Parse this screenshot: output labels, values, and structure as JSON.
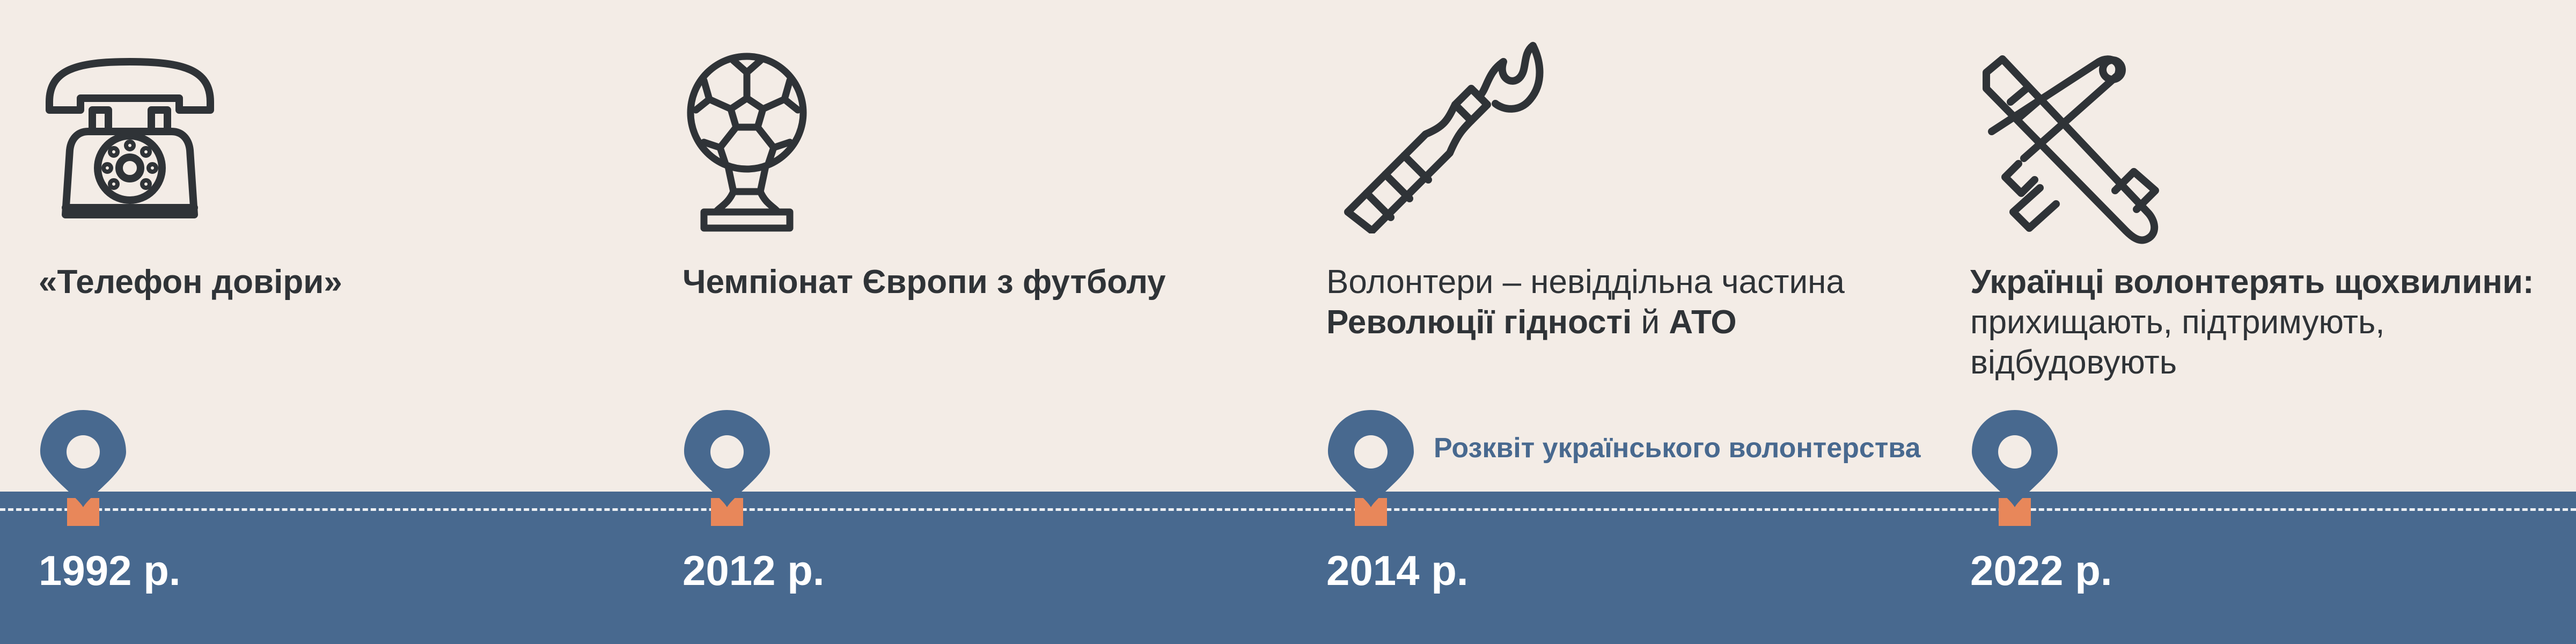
{
  "timeline": {
    "highlight_label": "Розквіт українського волонтерства",
    "events": [
      {
        "year": "1992 р.",
        "icon": "telephone-icon",
        "text_bold": "«Телефон довіри»"
      },
      {
        "year": "2012 р.",
        "icon": "football-trophy-icon",
        "text_bold": "Чемпіонат Європи з футболу"
      },
      {
        "year": "2014 р.",
        "icon": "molotov-cocktail-icon",
        "text_line1": "Волонтери – невіддільна частина",
        "text_bold_a": "Революції гідності",
        "text_mid": " й ",
        "text_bold_b": "АТО"
      },
      {
        "year": "2022 р.",
        "icon": "drone-icon",
        "text_bold": "Українці волонтерять щохвилини:",
        "text_rest": " прихищають, підтримують, відбудовують"
      }
    ]
  },
  "colors": {
    "background": "#f3ece6",
    "band": "#48698f",
    "pin": "#48698f",
    "marker": "#e8875a",
    "text": "#2f3337"
  }
}
